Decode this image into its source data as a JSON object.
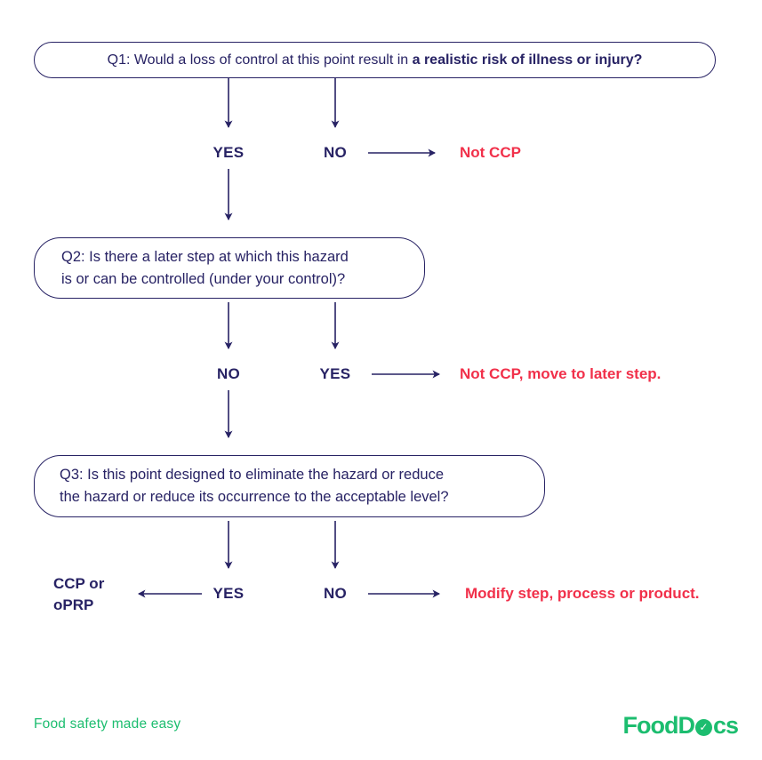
{
  "colors": {
    "navy": "#272264",
    "red": "#f1304a",
    "green": "#1cbd6f",
    "background": "#ffffff"
  },
  "flowchart": {
    "q1": {
      "question_prefix": "Q1: Would a loss of control at this point result in ",
      "question_bold": "a realistic risk of illness or injury?"
    },
    "q1_branch": {
      "yes_label": "YES",
      "no_label": "NO",
      "no_result": "Not CCP"
    },
    "q2": {
      "question_line1": "Q2: Is there a later step at which this hazard",
      "question_line2": "is or can be controlled (under your control)?"
    },
    "q2_branch": {
      "no_label": "NO",
      "yes_label": "YES",
      "yes_result": "Not CCP, move to later step."
    },
    "q3": {
      "question_line1": "Q3: Is this point designed to eliminate the hazard or reduce",
      "question_line2": "the hazard or reduce its occurrence to the acceptable level?"
    },
    "q3_branch": {
      "yes_label": "YES",
      "no_label": "NO",
      "yes_result_line1": "CCP or",
      "yes_result_line2": "oPRP",
      "no_result": "Modify step, process or product."
    }
  },
  "footer": {
    "tagline": "Food safety made easy",
    "logo_prefix": "FoodD",
    "logo_check": "✓",
    "logo_suffix": "cs"
  }
}
